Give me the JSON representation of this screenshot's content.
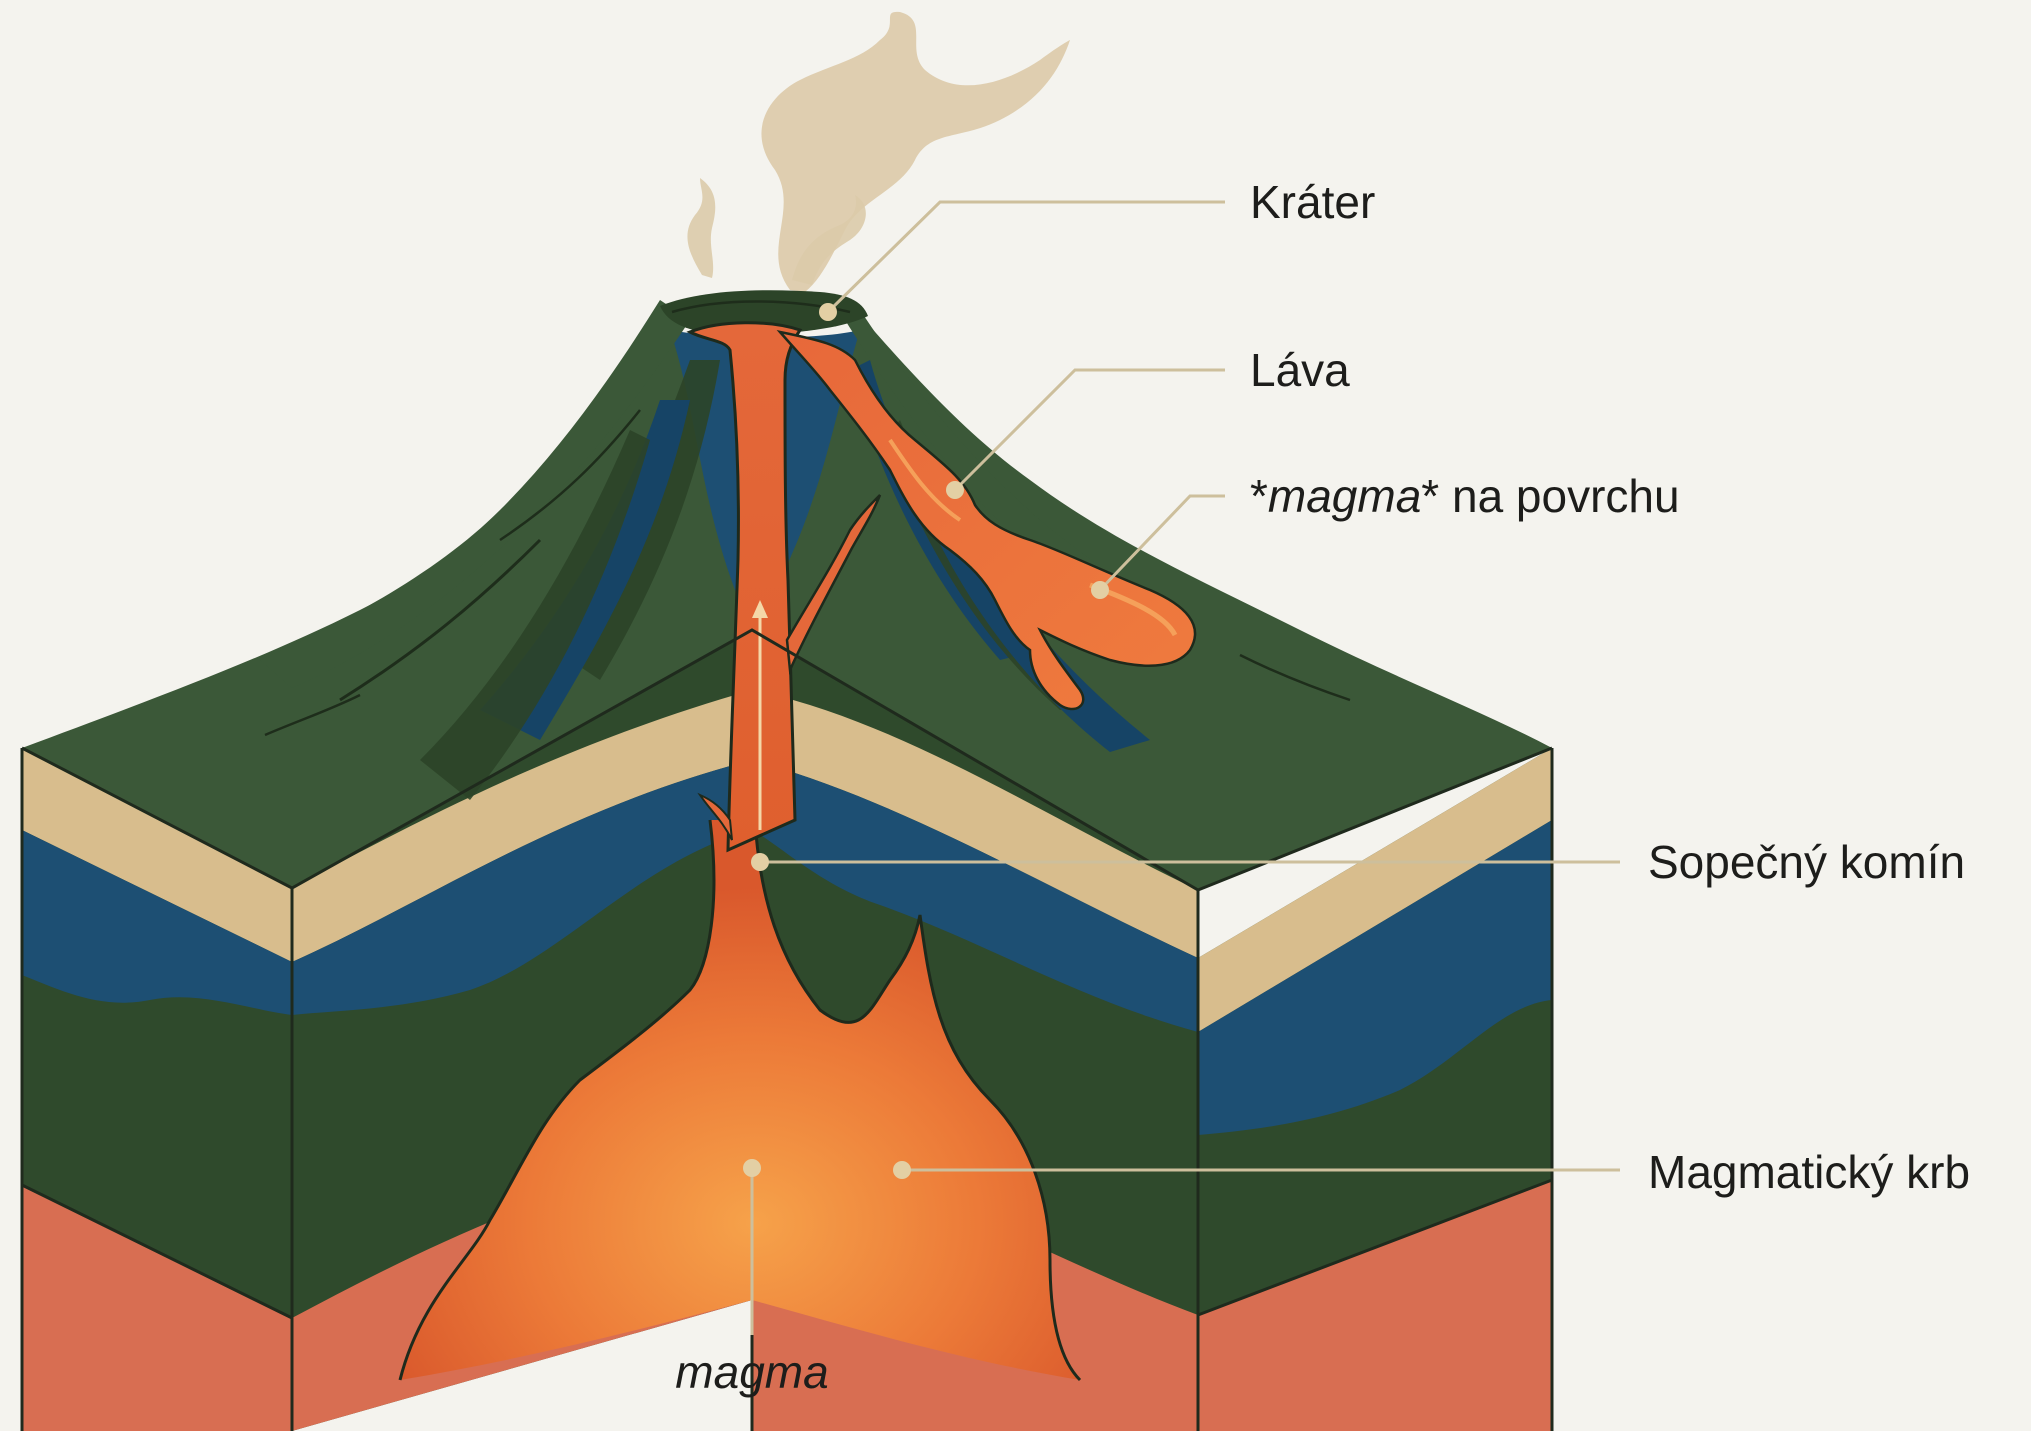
{
  "labels": {
    "crater": "Kráter",
    "lava": "Láva",
    "surface_magma_star_open": "*",
    "surface_magma_word": "magma",
    "surface_magma_star_close": "*",
    "surface_magma_rest": " na povrchu",
    "vent": "Sopečný komín",
    "chamber": "Magmatický krb",
    "magma": "magma"
  },
  "colors": {
    "background": "#f4f3ee",
    "volcano_green": "#3b5838",
    "dark_green": "#2c4428",
    "blue_layer": "#1d4f73",
    "dark_blue": "#153d5c",
    "sand_layer": "#d8bd8d",
    "red_layer": "#d86e52",
    "magma_orange": "#e46a33",
    "magma_glow": "#f29a45",
    "smoke": "#d9c8a6",
    "leader_line": "#cdbf9c"
  }
}
